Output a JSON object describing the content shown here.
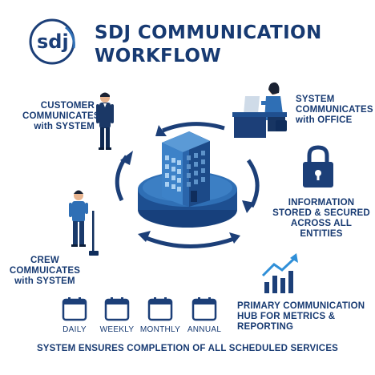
{
  "logo": {
    "text": "sdj"
  },
  "title": {
    "line1": "SDJ COMMUNICATION",
    "line2": "WORKFLOW"
  },
  "customer": {
    "line1": "CUSTOMER",
    "line2": "COMMUNICATES",
    "line3": "with SYSTEM"
  },
  "system_office": {
    "line1": "SYSTEM",
    "line2": "COMMUNICATES",
    "line3": "with OFFICE"
  },
  "info": {
    "line1": "INFORMATION",
    "line2": "STORED & SECURED",
    "line3": "ACROSS ALL ENTITIES"
  },
  "crew": {
    "line1": "CREW",
    "line2": "COMMUICATES",
    "line3": "with SYSTEM"
  },
  "hub": {
    "line1": "PRIMARY COMMUNICATION",
    "line2": "HUB FOR METRICS &",
    "line3": "REPORTING"
  },
  "schedule": [
    "DAILY",
    "WEEKLY",
    "MONTHLY",
    "ANNUAL"
  ],
  "footer": "SYSTEM ENSURES COMPLETION OF ALL SCHEDULED SERVICES",
  "colors": {
    "primary": "#1c3f78",
    "accent": "#2f6fb5",
    "light": "#7ab0e0"
  }
}
